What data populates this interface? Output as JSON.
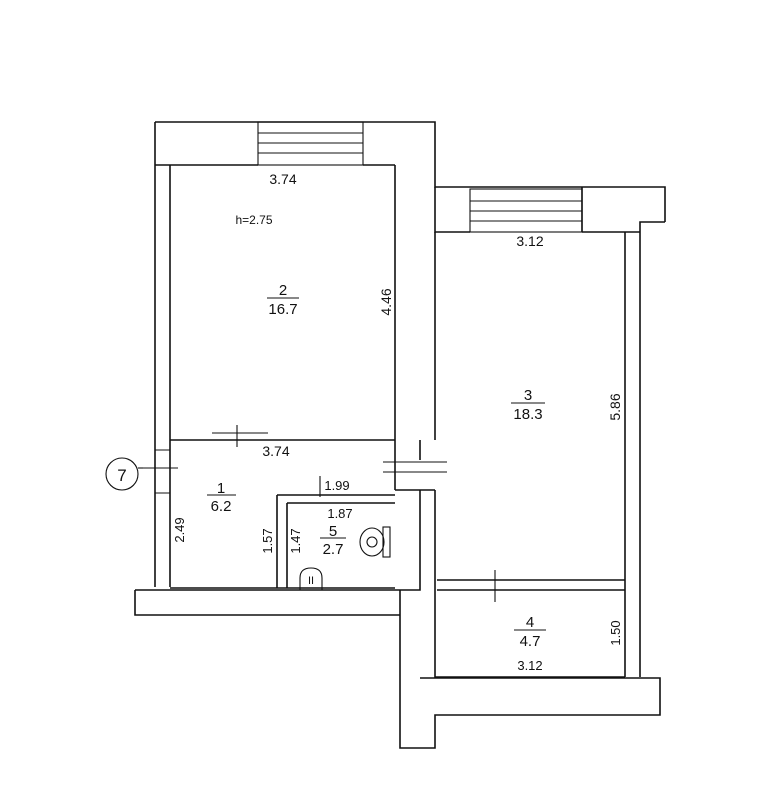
{
  "height_note": "h=2.75",
  "entrance_marker": "7",
  "rooms": [
    {
      "number": "2",
      "area": "16.7",
      "width": "3.74",
      "length": "4.46",
      "width_bottom": "3.74"
    },
    {
      "number": "3",
      "area": "18.3",
      "width": "3.12",
      "length": "5.86"
    },
    {
      "number": "1",
      "area": "6.2",
      "width": "1.99",
      "length": "2.49"
    },
    {
      "number": "5",
      "area": "2.7",
      "width": "1.87",
      "length": "1.47",
      "length_outer": "1.57"
    },
    {
      "number": "4",
      "area": "4.7",
      "width": "3.12",
      "length": "1.50"
    }
  ],
  "fixtures": {
    "toilet_icon": "toilet",
    "bath_icon": "bathtub",
    "bath_label": "II"
  }
}
